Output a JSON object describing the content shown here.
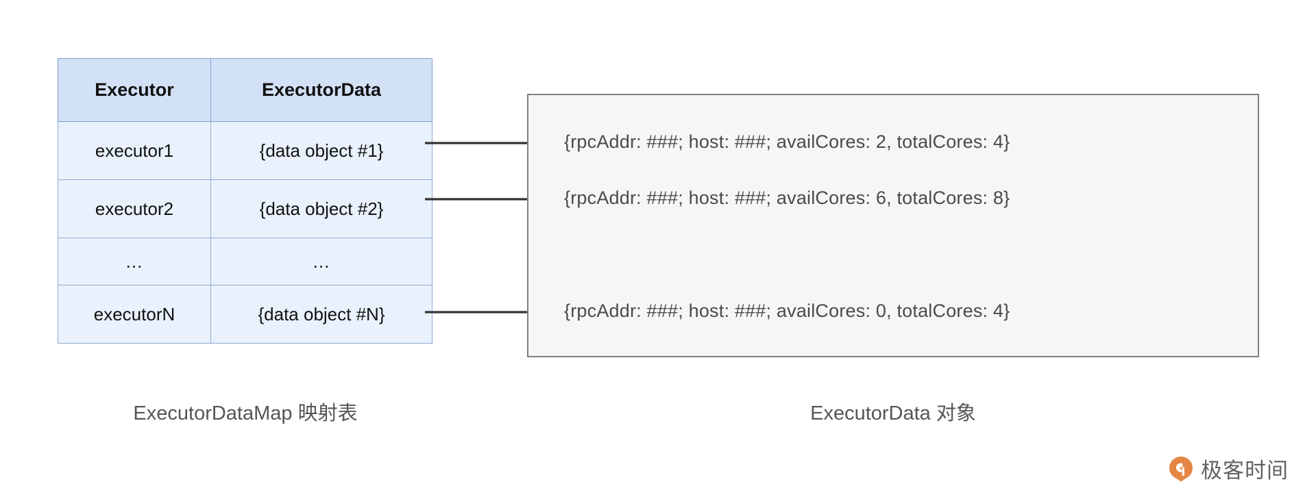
{
  "diagram": {
    "title_left": "ExecutorDataMap 映射表",
    "title_right": "ExecutorData 对象",
    "colors": {
      "table_header_bg": "#d3e1f6",
      "table_row_bg": "#e9f1fc",
      "table_border": "#8faad4",
      "object_box_bg": "#f6f6f6",
      "object_box_border": "#7f7f7f",
      "arrow": "#333333",
      "caption_text": "#555555",
      "object_text": "#4a4a4a",
      "watermark_orange": "#e4803a"
    }
  },
  "table": {
    "headers": [
      "Executor",
      "ExecutorData"
    ],
    "rows": [
      {
        "key": "executor1",
        "value": "{data object #1}"
      },
      {
        "key": "executor2",
        "value": "{data object #2}"
      },
      {
        "key": "...",
        "value": "..."
      },
      {
        "key": "executorN",
        "value": "{data object #N}"
      }
    ]
  },
  "object_box": {
    "lines": [
      "{rpcAddr: ###; host: ###; availCores: 2, totalCores: 4}",
      "{rpcAddr: ###; host: ###; availCores: 6, totalCores: 8}",
      "{rpcAddr: ###; host: ###; availCores: 0, totalCores: 4}"
    ]
  },
  "watermark": {
    "text": "极客时间"
  }
}
